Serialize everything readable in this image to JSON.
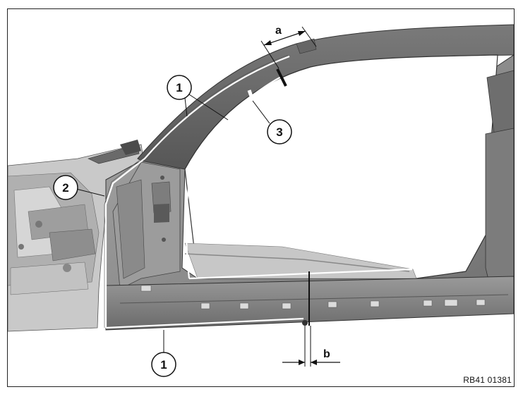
{
  "callouts": [
    {
      "id": "callout-1-top",
      "label": "1"
    },
    {
      "id": "callout-2",
      "label": "2"
    },
    {
      "id": "callout-3",
      "label": "3"
    },
    {
      "id": "callout-1-bottom",
      "label": "1"
    }
  ],
  "dimensions": {
    "a": "a",
    "b": "b"
  },
  "reference_code": "RB41 01381",
  "colors": {
    "body_panel": "#8a8a8a",
    "body_dark": "#5f5f5f",
    "body_light": "#b5b5b5",
    "cut_line": "#ffffff",
    "outline": "#111111"
  }
}
